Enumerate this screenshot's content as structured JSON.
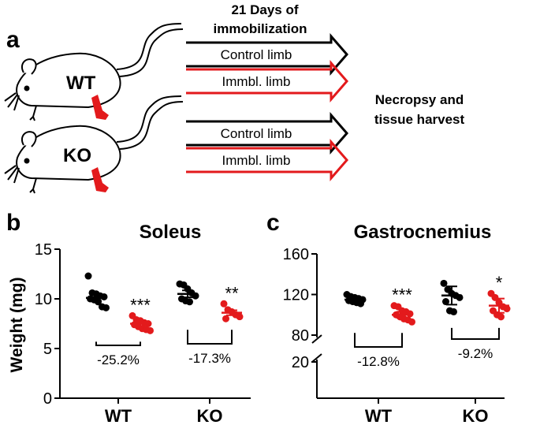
{
  "colors": {
    "control": "#000000",
    "immobilized": "#e31a1c"
  },
  "panel_a": {
    "label": "a",
    "header_line1": "21 Days of",
    "header_line2": "immobilization",
    "mouse_labels": [
      "WT",
      "KO"
    ],
    "arrows": [
      {
        "label": "Control limb",
        "color": "black"
      },
      {
        "label": "Immbl. limb",
        "color": "red"
      },
      {
        "label": "Control limb",
        "color": "black"
      },
      {
        "label": "Immbl. limb",
        "color": "red"
      }
    ],
    "outcome_line1": "Necropsy and",
    "outcome_line2": "tissue harvest"
  },
  "chart_data": [
    {
      "panel": "b",
      "type": "scatter",
      "title": "Soleus",
      "ylabel": "Weight (mg)",
      "ylim": [
        0,
        15
      ],
      "yticks": [
        "0",
        "5",
        "10",
        "15"
      ],
      "categories": [
        "WT",
        "KO"
      ],
      "groups": [
        {
          "category": "WT",
          "condition": "Control limb",
          "color": "black",
          "values": [
            12.3,
            10.6,
            10.5,
            10.3,
            10.2,
            10.0,
            9.9,
            9.7,
            9.2,
            9.1
          ],
          "mean": 10.1,
          "err": 0.3
        },
        {
          "category": "WT",
          "condition": "Immbl. limb",
          "color": "red",
          "values": [
            8.3,
            7.9,
            7.8,
            7.6,
            7.5,
            7.4,
            7.2,
            7.0,
            6.9,
            6.8
          ],
          "mean": 7.5,
          "err": 0.3,
          "stars": "***"
        },
        {
          "category": "KO",
          "condition": "Control limb",
          "color": "black",
          "values": [
            11.5,
            11.4,
            11.0,
            10.6,
            10.3,
            10.0,
            9.8,
            9.7
          ],
          "mean": 10.5,
          "err": 0.35
        },
        {
          "category": "KO",
          "condition": "Immbl. limb",
          "color": "red",
          "values": [
            9.5,
            8.9,
            8.7,
            8.4,
            8.2,
            8.0
          ],
          "mean": 8.6,
          "err": 0.25,
          "stars": "**"
        }
      ],
      "percent_changes": [
        {
          "category": "WT",
          "label": "-25.2%"
        },
        {
          "category": "KO",
          "label": "-17.3%"
        }
      ]
    },
    {
      "panel": "c",
      "type": "scatter",
      "title": "Gastrocnemius",
      "ylim": [
        0,
        160
      ],
      "axis_break": [
        20,
        80
      ],
      "yticks": [
        "20",
        "80",
        "120",
        "160"
      ],
      "categories": [
        "WT",
        "KO"
      ],
      "groups": [
        {
          "category": "WT",
          "condition": "Control limb",
          "color": "black",
          "values": [
            120,
            118,
            117,
            116,
            115,
            114,
            113,
            112,
            111
          ],
          "mean": 115,
          "err": 2
        },
        {
          "category": "WT",
          "condition": "Immbl. limb",
          "color": "red",
          "values": [
            109,
            108,
            104,
            103,
            101,
            100,
            98,
            96,
            95,
            93
          ],
          "mean": 100,
          "err": 3,
          "stars": "***"
        },
        {
          "category": "KO",
          "condition": "Control limb",
          "color": "black",
          "values": [
            131,
            125,
            121,
            119,
            117,
            113,
            104,
            103
          ],
          "mean": 119,
          "err": 9
        },
        {
          "category": "KO",
          "condition": "Immbl. limb",
          "color": "red",
          "values": [
            121,
            117,
            112,
            108,
            106,
            104,
            100,
            98
          ],
          "mean": 109,
          "err": 7,
          "stars": "*"
        }
      ],
      "percent_changes": [
        {
          "category": "WT",
          "label": "-12.8%"
        },
        {
          "category": "KO",
          "label": "-9.2%"
        }
      ]
    }
  ]
}
